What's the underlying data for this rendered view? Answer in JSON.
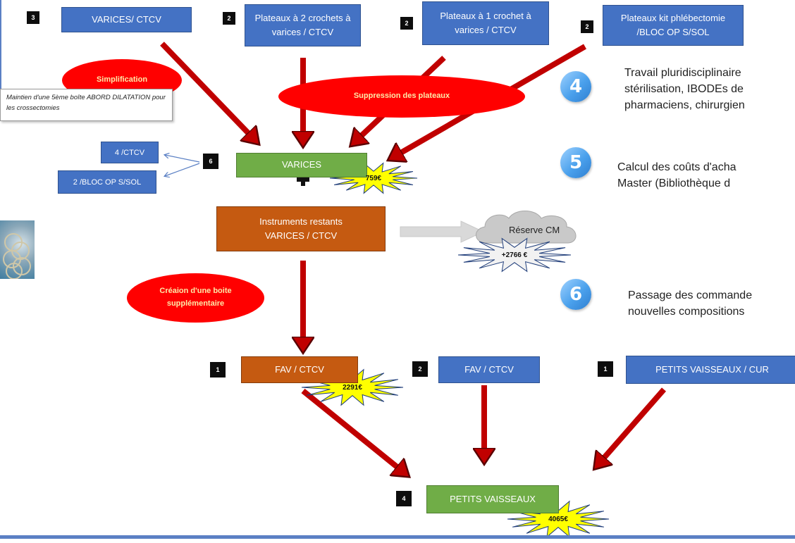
{
  "top_boxes": [
    {
      "num": "3",
      "label": "VARICES/ CTCV"
    },
    {
      "num": "2",
      "label": "Plateaux à 2 crochets à varices / CTCV"
    },
    {
      "num": "2",
      "label": "Plateaux à 1 crochet à varices / CTCV"
    },
    {
      "num": "2",
      "label": "Plateaux kit phlébectomie /BLOC OP S/SOL"
    }
  ],
  "ellipses": {
    "simplification": "Simplification",
    "suppression": "Suppression des plateaux",
    "creation": "Créaion d'une boite supplémentaire"
  },
  "note": "Maintien d'une 5ème boîte ABORD DILATATION pour les crossectomies",
  "varices": {
    "num": "6",
    "label": "VARICES",
    "cost": "759€"
  },
  "split": [
    {
      "label": "4 /CTCV"
    },
    {
      "label": "2 /BLOC OP S/SOL"
    }
  ],
  "instruments": {
    "label": "Instruments restants VARICES / CTCV"
  },
  "reserve": {
    "label": "Réserve CM",
    "cost": "+2766 €"
  },
  "steps": [
    {
      "n": "4",
      "text": "Travail pluridisciplinaire\nstérilisation, IBODEs de\npharmaciens, chirurgien"
    },
    {
      "n": "5",
      "text": "Calcul des coûts d'acha\nMaster (Bibliothèque d"
    },
    {
      "n": "6",
      "text": "Passage des commande\nnouvelles compositions"
    }
  ],
  "fav_left": {
    "num": "1",
    "label": "FAV / CTCV",
    "cost": "2291€"
  },
  "fav_mid": {
    "num": "2",
    "label": "FAV / CTCV"
  },
  "petits_right": {
    "num": "1",
    "label": "PETITS VAISSEAUX / CUR"
  },
  "petits": {
    "num": "4",
    "label": "PETITS VAISSEAUX",
    "cost": "4065€"
  },
  "colors": {
    "blue": "#4472c4",
    "green": "#70ad47",
    "orange": "#c55a11",
    "red": "#ff0000",
    "arrow": "#c00000",
    "star": "#ffff00"
  },
  "icons": [
    "plus-icon",
    "cloud-icon",
    "star-burst-icon",
    "step-badge-icon"
  ]
}
